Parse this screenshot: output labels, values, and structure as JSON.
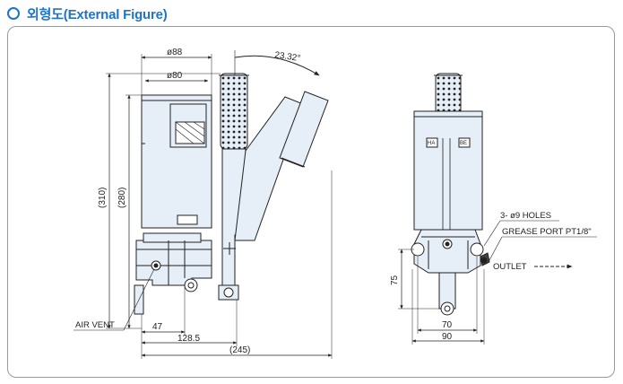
{
  "header": {
    "title": "외형도(External Figure)"
  },
  "colors": {
    "accent": "#1f73c9",
    "body_fill": "#e6eef7",
    "line": "#222222"
  },
  "front_view": {
    "dim_top_outer": "ø88",
    "dim_top_inner": "ø80",
    "dim_height_total": "(310)",
    "dim_height_body": "(280)",
    "dim_angle": "23.32°",
    "dim_47": "47",
    "dim_128": "128.5",
    "dim_245": "(245)",
    "air_vent": "AIR VENT"
  },
  "side_view": {
    "holes": "3- ø9 HOLES",
    "grease_port": "GREASE PORT PT1/8\"",
    "outlet": "OUTLET",
    "dim_75": "75",
    "dim_70": "70",
    "dim_90": "90",
    "label_left": "HA",
    "label_right": "BE"
  }
}
